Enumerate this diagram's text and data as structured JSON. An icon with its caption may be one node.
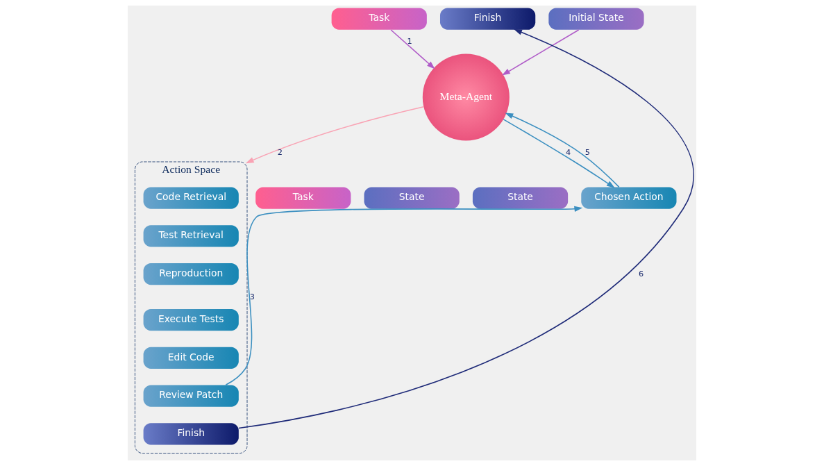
{
  "diagram": {
    "nodes": [
      {
        "text": [
          "Task"
        ]
      },
      {
        "text": [
          "Initial State"
        ]
      },
      {
        "text": [
          "Meta-Agent"
        ]
      },
      {
        "text": [
          "Action Space"
        ]
      },
      {
        "text": [
          "Code Retrieval"
        ],
        "in": 3
      },
      {
        "text": [
          "Test Retrieval"
        ],
        "in": 3
      },
      {
        "text": [
          "Reproduction"
        ],
        "in": 3
      },
      {
        "text": [
          "Execute Tests"
        ],
        "in": 3
      },
      {
        "text": [
          "Edit Code"
        ],
        "in": 3
      },
      {
        "text": [
          "Review Patch"
        ],
        "in": 3
      },
      {
        "text": [
          "Finish"
        ],
        "in": 3
      },
      {
        "text": [
          "Task"
        ]
      },
      {
        "text": [
          "State"
        ]
      },
      {
        "text": [
          "State"
        ]
      },
      {
        "text": [
          "Chosen Action"
        ]
      },
      {
        "text": [
          "Finish"
        ]
      }
    ],
    "edges": [
      {
        "from": 0,
        "to": 2,
        "arrow": "to",
        "label": "1",
        "color": "#b05cc8"
      },
      {
        "from": 1,
        "to": 2,
        "arrow": "to",
        "color": "#b05cc8"
      },
      {
        "from": 2,
        "to": 3,
        "arrow": "to",
        "label": "2",
        "color": "#f9a3b4"
      },
      {
        "from": 9,
        "to": 14,
        "arrow": "to",
        "label": "3"
      },
      {
        "from": 2,
        "to": 14,
        "arrow": "to",
        "label": "4"
      },
      {
        "from": 14,
        "to": 2,
        "arrow": "to",
        "label": "5"
      },
      {
        "from": 10,
        "to": 15,
        "arrow": "to",
        "label": "6",
        "color": "#1e2a78"
      }
    ]
  }
}
